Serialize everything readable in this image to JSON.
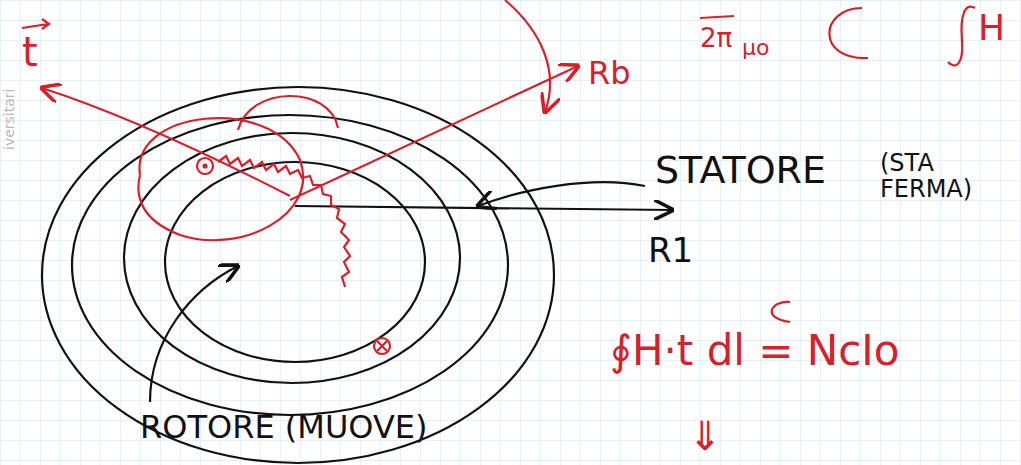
{
  "diagram": {
    "labels": [
      "iversitari",
      "t",
      "Rb",
      "STATORE",
      "(STA FERMA)",
      "R1",
      "ROTORE (MUOVE)",
      "∮H·t dl = NcIo",
      "⇓",
      "2π",
      "μo",
      "H"
    ]
  }
}
